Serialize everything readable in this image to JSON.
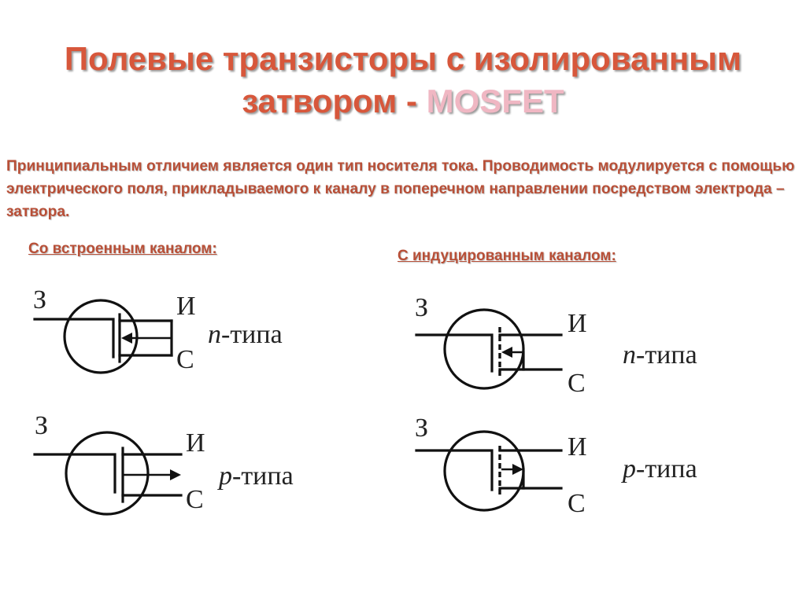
{
  "title": {
    "line1": "Полевые транзисторы с изолированным",
    "line2_main": "затвором - ",
    "line2_accent": "MOSFET"
  },
  "intro": "Принципиальным отличием является один тип носителя тока. Проводимость модулируется с помощью электрического поля, прикладываемого к каналу в поперечном направлении посредством электрода – затвора.",
  "sections": {
    "built_in": {
      "heading": "Со встроенным каналом:"
    },
    "induced": {
      "heading": "С индуцированным каналом:"
    }
  },
  "symbols": [
    {
      "gate": "З",
      "source": "И",
      "drain": "С",
      "type_letter": "n",
      "type_suffix": "-типа",
      "channel": "solid",
      "arrow": "in"
    },
    {
      "gate": "З",
      "source": "И",
      "drain": "С",
      "type_letter": "p",
      "type_suffix": "-типа",
      "channel": "solid",
      "arrow": "out"
    },
    {
      "gate": "З",
      "source": "И",
      "drain": "С",
      "type_letter": "n",
      "type_suffix": "-типа",
      "channel": "dotted",
      "arrow": "in"
    },
    {
      "gate": "З",
      "source": "И",
      "drain": "С",
      "type_letter": "p",
      "type_suffix": "-типа",
      "channel": "dotted",
      "arrow": "out"
    }
  ],
  "colors": {
    "heading": "#d7573b",
    "accent": "#f0b7c3",
    "text": "#b84f37"
  }
}
